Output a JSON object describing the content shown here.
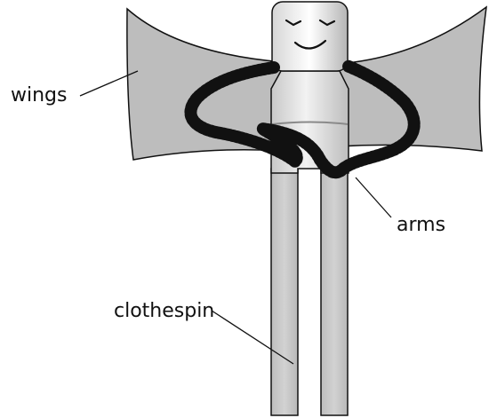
{
  "labels": {
    "wings": "wings",
    "arms": "arms",
    "clothespin": "clothespin"
  },
  "colors": {
    "background": "#ffffff",
    "wing_fill": "#bdbdbd",
    "pin_fill": "#c4c4c4",
    "outline": "#111111",
    "pipe_cleaner": "#1a1a1a"
  }
}
